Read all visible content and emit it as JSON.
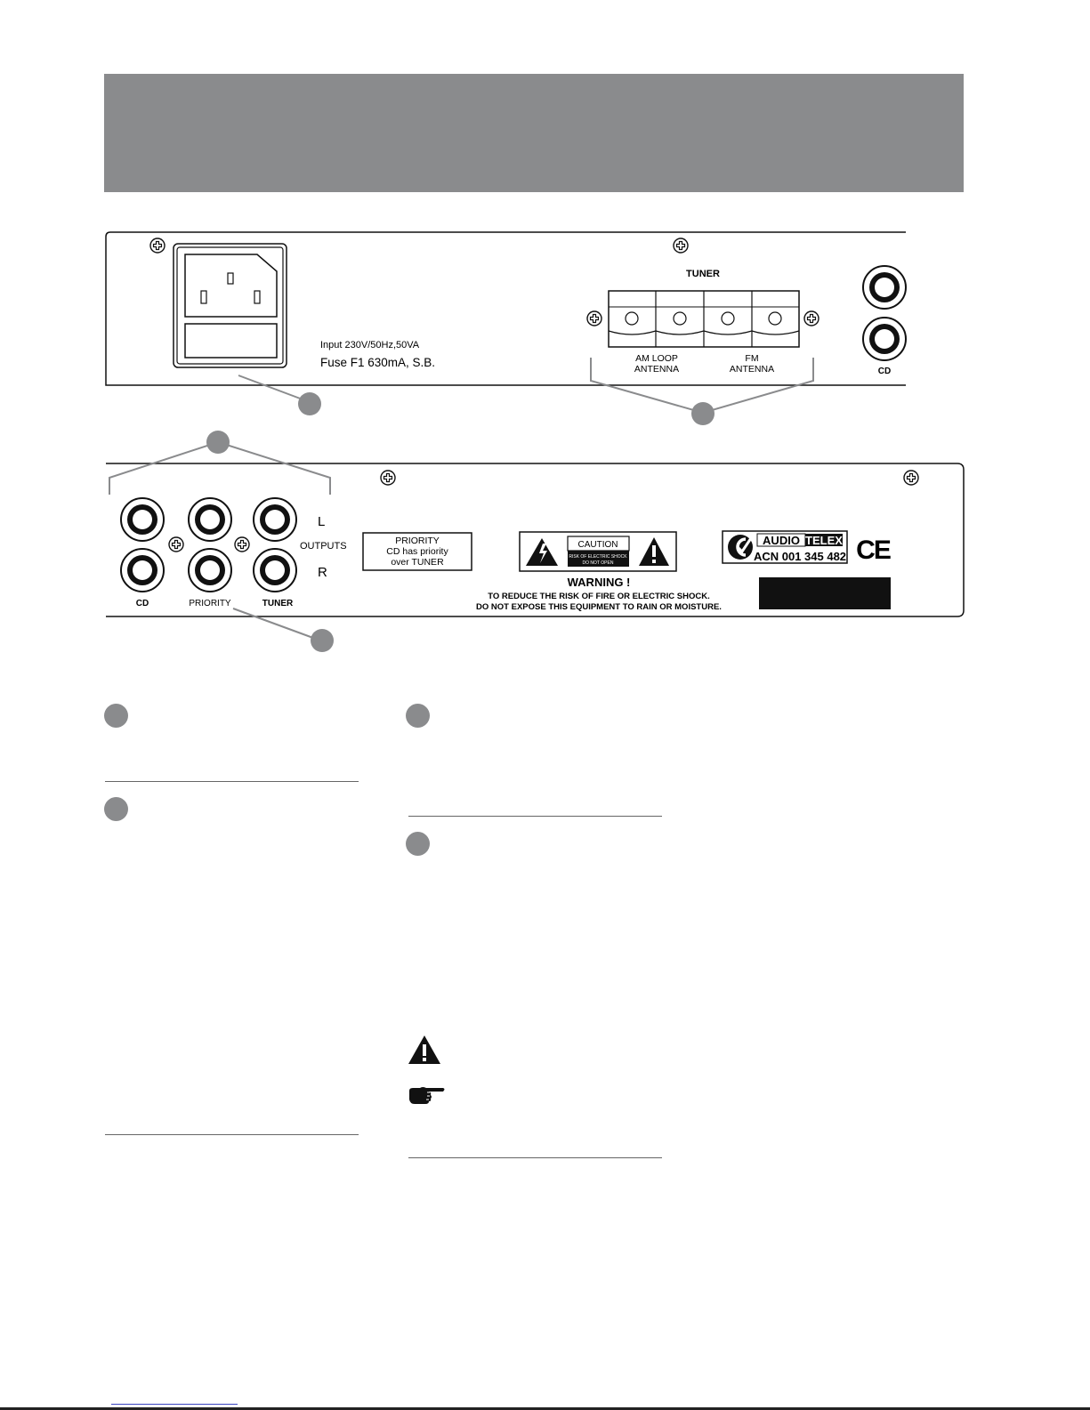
{
  "top_panel": {
    "power_rating": "Input  230V/50Hz,50VA",
    "fuse_rating": "Fuse  F1   630mA,   S.B.",
    "tuner_label": "TUNER",
    "am_label_line1": "AM LOOP",
    "am_label_line2": "ANTENNA",
    "fm_label_line1": "FM",
    "fm_label_line2": "ANTENNA",
    "cd_label": "CD"
  },
  "bottom_panel": {
    "left_label": "L",
    "outputs_label": "OUTPUTS",
    "right_label": "R",
    "jack_labels": [
      "CD",
      "PRIORITY",
      "TUNER"
    ],
    "priority_box": [
      "PRIORITY",
      "CD has priority",
      "over TUNER"
    ],
    "caution_title": "CAUTION",
    "caution_sub1": "RISK OF ELECTRIC SHOCK",
    "caution_sub2": "DO NOT OPEN",
    "warning_title": "WARNING !",
    "warning_line1": "TO REDUCE THE RISK OF FIRE OR ELECTRIC SHOCK.",
    "warning_line2": "DO NOT EXPOSE THIS EQUIPMENT TO RAIN OR MOISTURE.",
    "brand_audio": "AUDIO",
    "brand_telex": "TELEX",
    "acn": "ACN 001 345 482",
    "ce_mark": "CE"
  },
  "icons": [
    "screw-icon",
    "iec-power-socket-icon",
    "rca-jack-icon",
    "lightning-warning-icon",
    "exclamation-warning-icon",
    "pointing-hand-icon",
    "c-tick-logo-icon"
  ],
  "colors": {
    "band": "#8a8b8d",
    "bullet": "#8a8b8d",
    "line": "#222222",
    "footer_link": "#3a44c0"
  }
}
